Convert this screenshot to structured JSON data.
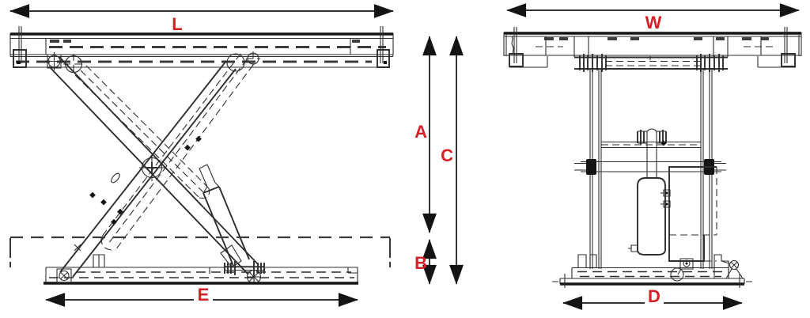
{
  "dimensions": {
    "L": "L",
    "A": "A",
    "B": "B",
    "C": "C",
    "E": "E",
    "W": "W",
    "D": "D"
  },
  "colors": {
    "label_red": "#d61f26",
    "line_dark": "#2e2e2e",
    "ink": "#141414",
    "bg": "#ffffff"
  }
}
